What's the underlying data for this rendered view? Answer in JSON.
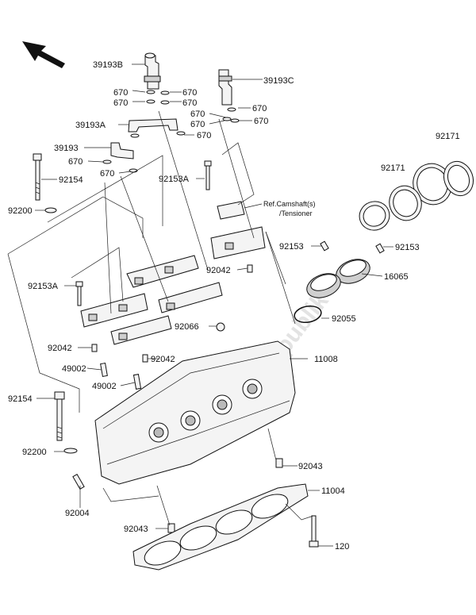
{
  "watermark": "PartsRepublik",
  "direction_icon": "front-arrow-icon",
  "labels": {
    "p39193B": "39193B",
    "p39193C": "39193C",
    "p670_a": "670",
    "p670_b": "670",
    "p670_c": "670",
    "p670_d": "670",
    "p670_e": "670",
    "p670_f": "670",
    "p670_g": "670",
    "p670_h": "670",
    "p670_i": "670",
    "p670_j": "670",
    "p39193A": "39193A",
    "p39193": "39193",
    "p92154_top": "92154",
    "p92153A_top": "92153A",
    "p92200_top": "92200",
    "ref_camshaft": "Ref.Camshaft(s)",
    "ref_tensioner": "/Tensioner",
    "p92171_a": "92171",
    "p92171_b": "92171",
    "p92153_left": "92153",
    "p92153_right": "92153",
    "p16065": "16065",
    "p92042_top": "92042",
    "p92153A_mid": "92153A",
    "p92055": "92055",
    "p92066": "92066",
    "p92042_mid": "92042",
    "p92042_low": "92042",
    "p49002_a": "49002",
    "p49002_b": "49002",
    "p11008": "11008",
    "p92154_low": "92154",
    "p92200_low": "92200",
    "p92043_right": "92043",
    "p11004": "11004",
    "p92004": "92004",
    "p92043_low": "92043",
    "p120": "120"
  }
}
